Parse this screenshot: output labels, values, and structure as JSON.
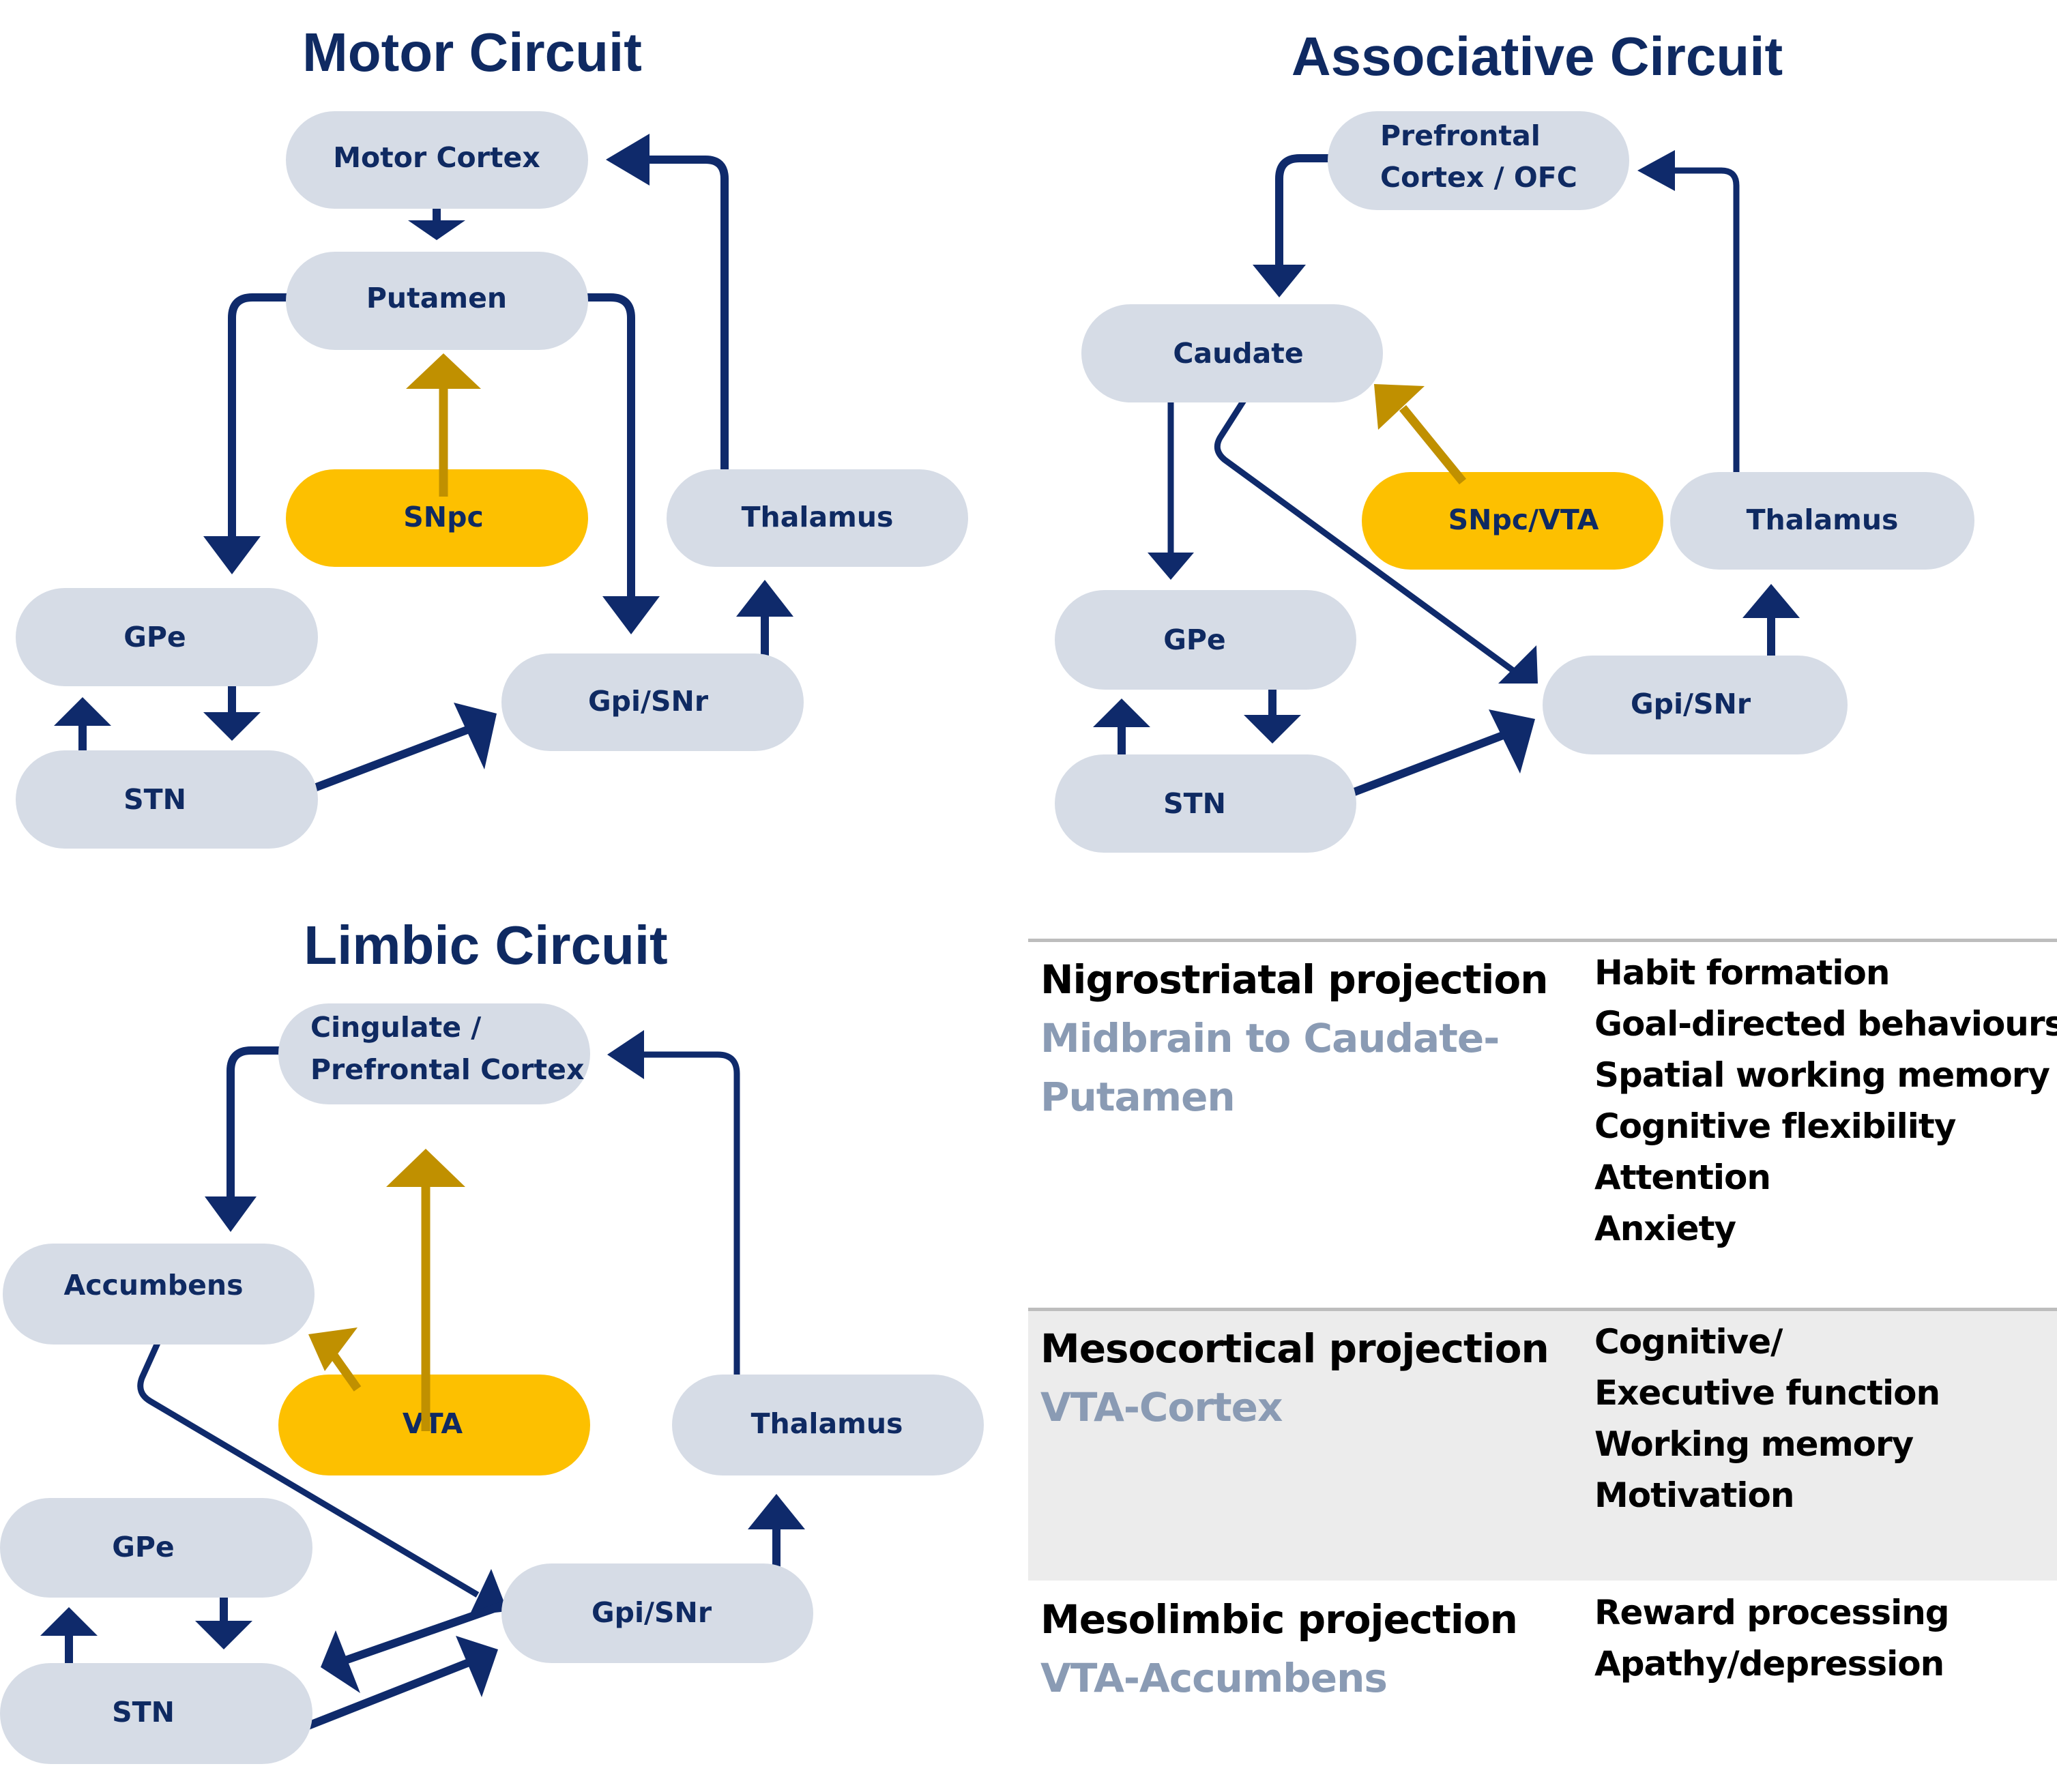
{
  "motor": {
    "title": "Motor Circuit",
    "nodes": {
      "cortex": "Motor Cortex",
      "striatum": "Putamen",
      "dopamine": "SNpc",
      "thalamus": "Thalamus",
      "gpe": "GPe",
      "stn": "STN",
      "gpi": "Gpi/SNr"
    }
  },
  "associative": {
    "title": "Associative Circuit",
    "nodes": {
      "cortex_line1": "Prefrontal",
      "cortex_line2": "Cortex / OFC",
      "striatum": "Caudate",
      "dopamine": "SNpc/VTA",
      "thalamus": "Thalamus",
      "gpe": "GPe",
      "stn": "STN",
      "gpi": "Gpi/SNr"
    }
  },
  "limbic": {
    "title": "Limbic Circuit",
    "nodes": {
      "cortex_line1": "Cingulate /",
      "cortex_line2": "Prefrontal Cortex",
      "striatum": "Accumbens",
      "dopamine": "VTA",
      "thalamus": "Thalamus",
      "gpe": "GPe",
      "stn": "STN",
      "gpi": "Gpi/SNr"
    }
  },
  "colors": {
    "navy": "#0f2a6b",
    "node_fill": "#d6dce6",
    "dopamine_fill": "#fdc000",
    "dopamine_arrow": "#c09000",
    "pathway_text": "#8a9bb4",
    "shaded_row": "#ececec"
  },
  "projections": [
    {
      "name": "Nigrostriatal projection",
      "path": "Midbrain to Caudate-Putamen",
      "functions": [
        "Habit formation",
        "Goal-directed behaviours",
        "Spatial working memory",
        "Cognitive flexibility",
        "Attention",
        "Anxiety"
      ]
    },
    {
      "name": "Mesocortical projection",
      "path": "VTA-Cortex",
      "functions": [
        "Cognitive/",
        "Executive function",
        "Working memory",
        "Motivation"
      ]
    },
    {
      "name": "Mesolimbic projection",
      "path": "VTA-Accumbens",
      "functions": [
        "Reward processing",
        "Apathy/depression"
      ]
    }
  ]
}
